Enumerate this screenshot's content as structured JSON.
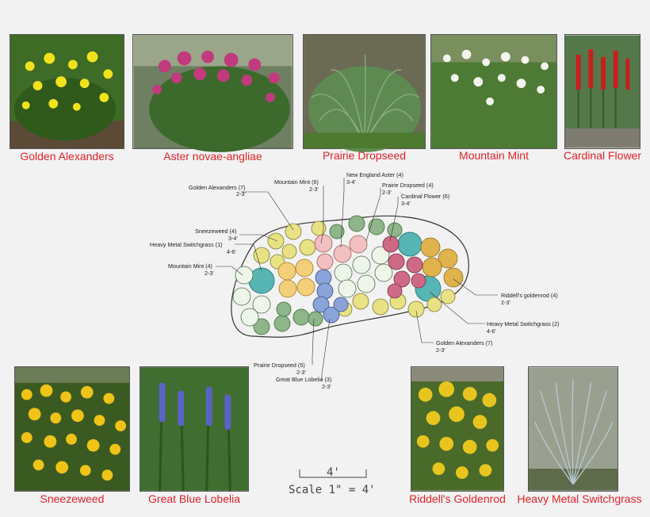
{
  "photos": {
    "top": [
      "Golden Alexanders",
      "Aster novae-angliae",
      "Prairie Dropseed",
      "Mountain Mint",
      "Cardinal Flower"
    ],
    "bottom": [
      "Sneezeweed",
      "Great Blue Lobelia",
      "Riddell's Goldenrod",
      "Heavy Metal Switchgrass"
    ]
  },
  "plan_labels": [
    {
      "name": "Golden Alexanders (7)",
      "size": "2-3'"
    },
    {
      "name": "Mountain Mint (6)",
      "size": "2-3'"
    },
    {
      "name": "New England Aster (4)",
      "size": "3-4'"
    },
    {
      "name": "Prairie Dropseed (4)",
      "size": "2-3'"
    },
    {
      "name": "Cardinal Flower (6)",
      "size": "3-4'"
    },
    {
      "name": "Sneezeweed (4)",
      "size": "3-4'"
    },
    {
      "name": "Heavy Metal Switchgrass (1)",
      "size": "4-6'"
    },
    {
      "name": "Mountain Mint (4)",
      "size": "2-3'"
    },
    {
      "name": "Riddell's goldenrod (4)",
      "size": "2-3'"
    },
    {
      "name": "Heavy Metal Switchgrass (2)",
      "size": "4-6'"
    },
    {
      "name": "Golden Alexanders (7)",
      "size": "2-3'"
    },
    {
      "name": "Prairie Dropseed (5)",
      "size": "2-3'"
    },
    {
      "name": "Great Blue Lobelia (3)",
      "size": "2-3'"
    }
  ],
  "scale": {
    "bar_label": "4'",
    "text": "Scale 1\" = 4'"
  },
  "colors": {
    "caption": "#e4232b",
    "background": "#f2f2f2"
  }
}
